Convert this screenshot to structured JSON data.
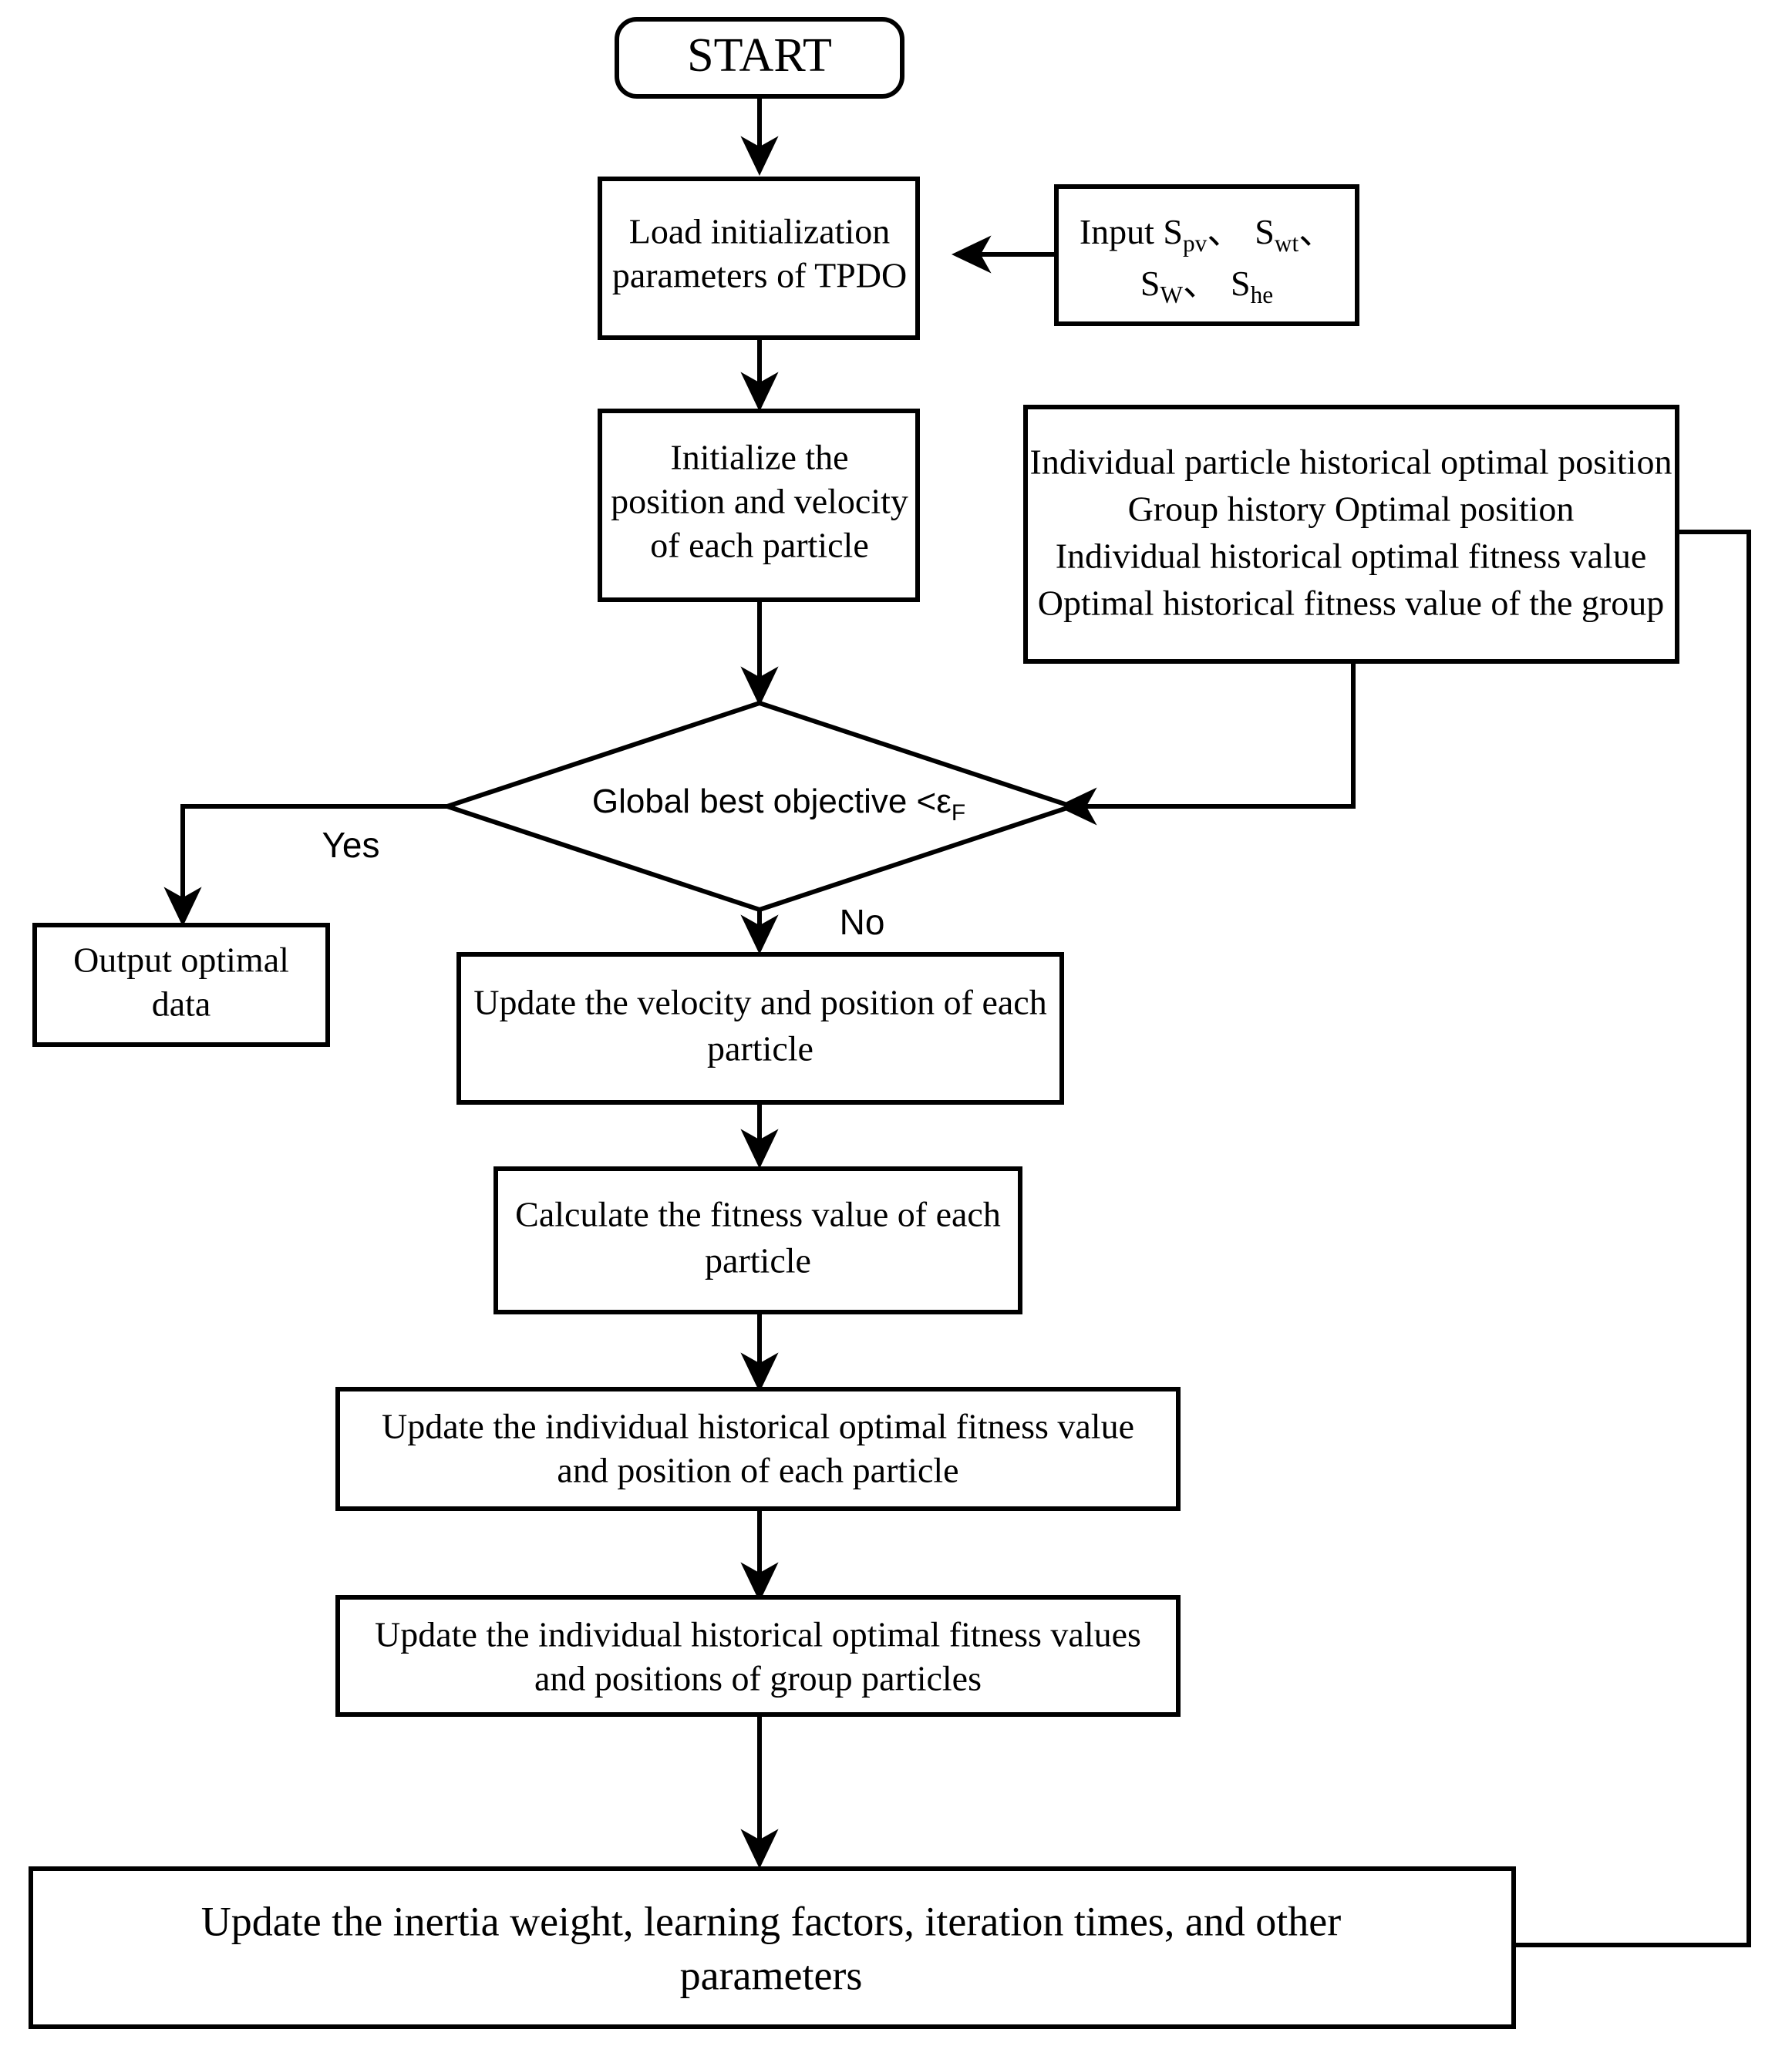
{
  "diagram": {
    "type": "flowchart",
    "title": "TPDO particle swarm optimization flowchart",
    "colors": {
      "stroke": "#000000",
      "fill": "#ffffff",
      "background": "#ffffff"
    },
    "nodes": {
      "start": {
        "shape": "rounded-rect",
        "label": "START"
      },
      "load_init": {
        "shape": "rect",
        "line1": "Load initialization",
        "line2": "parameters of TPDO"
      },
      "input_params": {
        "shape": "rect",
        "line1_prefix": "Input S",
        "line1_sub1": "pv",
        "line1_sep1": "、",
        "line1_mid": "S",
        "line1_sub2": "wt",
        "line1_sep2": "、",
        "line2_a": "S",
        "line2_sub1": "W",
        "line2_sep": "、",
        "line2_b": "S",
        "line2_sub2": "he",
        "full_text": "Input S_pv、 S_wt、 S_W、 S_he"
      },
      "initialize": {
        "shape": "rect",
        "line1": "Initialize the",
        "line2": "position and velocity",
        "line3": "of each particle"
      },
      "memory": {
        "shape": "rect",
        "line1": "Individual particle historical optimal position",
        "line2": "Group history Optimal position",
        "line3": "Individual historical optimal fitness value",
        "line4": "Optimal historical fitness value of the group"
      },
      "decision": {
        "shape": "diamond",
        "text_prefix": "Global best objective <ε",
        "text_sub": "F",
        "full_text": "Global best objective <εF"
      },
      "output": {
        "shape": "rect",
        "line1": "Output optimal",
        "line2": "data"
      },
      "update_velocity": {
        "shape": "rect",
        "line1": "Update the velocity and position of each",
        "line2": "particle"
      },
      "calc_fitness": {
        "shape": "rect",
        "line1": "Calculate the fitness value of each",
        "line2": "particle"
      },
      "update_individual": {
        "shape": "rect",
        "line1": "Update the individual historical optimal fitness value",
        "line2": "and position of each particle"
      },
      "update_group": {
        "shape": "rect",
        "line1": "Update the individual historical optimal fitness values",
        "line2": "and positions of group particles"
      },
      "update_params": {
        "shape": "rect",
        "line1": "Update the inertia weight, learning factors, iteration times, and other",
        "line2": "parameters"
      }
    },
    "edge_labels": {
      "yes": "Yes",
      "no": "No"
    },
    "edges": [
      {
        "from": "start",
        "to": "load_init",
        "label": ""
      },
      {
        "from": "input_params",
        "to": "load_init",
        "label": ""
      },
      {
        "from": "load_init",
        "to": "initialize",
        "label": ""
      },
      {
        "from": "initialize",
        "to": "decision",
        "label": ""
      },
      {
        "from": "memory",
        "to": "decision",
        "label": ""
      },
      {
        "from": "decision",
        "to": "output",
        "label": "Yes"
      },
      {
        "from": "decision",
        "to": "update_velocity",
        "label": "No"
      },
      {
        "from": "update_velocity",
        "to": "calc_fitness",
        "label": ""
      },
      {
        "from": "calc_fitness",
        "to": "update_individual",
        "label": ""
      },
      {
        "from": "update_individual",
        "to": "update_group",
        "label": ""
      },
      {
        "from": "update_group",
        "to": "update_params",
        "label": ""
      },
      {
        "from": "update_params",
        "to": "memory",
        "label": ""
      }
    ]
  }
}
